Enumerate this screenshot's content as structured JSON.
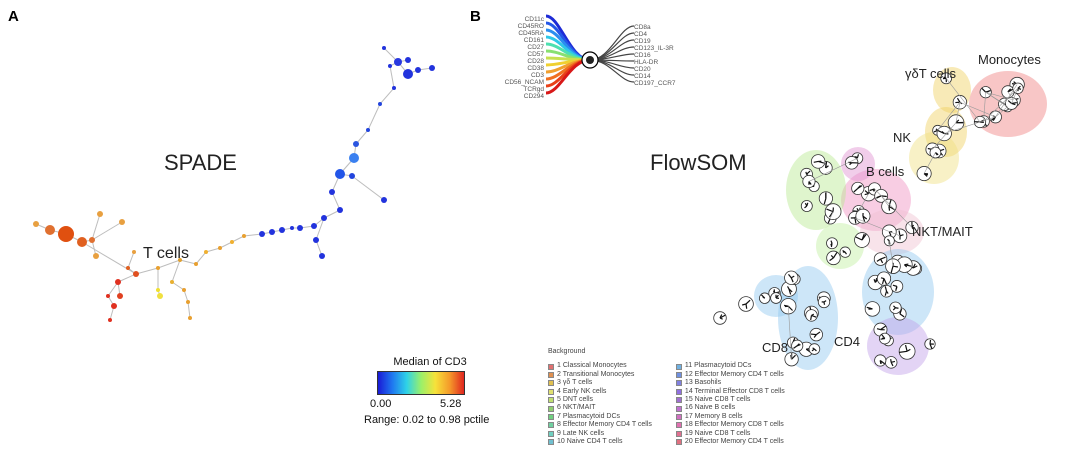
{
  "panels": {
    "a": "A",
    "b": "B"
  },
  "spade": {
    "title": "SPADE",
    "cluster_label": "T cells",
    "colorbar": {
      "title": "Median of CD3",
      "min_label": "0.00",
      "max_label": "5.28",
      "range_text": "Range: 0.02 to 0.98 pctile",
      "colors": [
        "#1a1ad6",
        "#1f78f0",
        "#2ed2e8",
        "#9af06a",
        "#f6e23a",
        "#f59a2a",
        "#e0261f"
      ]
    }
  },
  "flowsom": {
    "title": "FlowSOM",
    "star_markers_left": [
      "CD11c",
      "CD45RO",
      "CD45RA",
      "CD161",
      "CD27",
      "CD57",
      "CD28",
      "CD38",
      "CD3",
      "CD56_NCAM",
      "TCRgd",
      "CD294"
    ],
    "star_markers_right": [
      "CD8a",
      "CD4",
      "CD19",
      "CD123_IL-3R",
      "CD16",
      "HLA-DR",
      "CD20",
      "CD14",
      "CD197_CCR7"
    ],
    "cluster_labels": {
      "monocytes": "Monocytes",
      "gdt": "γδT cells",
      "nk": "NK",
      "bcells": "B cells",
      "nkt": "NKT/MAIT",
      "cd8": "CD8",
      "cd4": "CD4"
    },
    "legend": {
      "title": "Background",
      "col1": [
        {
          "label": "1 Classical Monocytes",
          "color": "#e07070"
        },
        {
          "label": "2 Transitional Monocytes",
          "color": "#e09050"
        },
        {
          "label": "3 γδ T cells",
          "color": "#e0c050"
        },
        {
          "label": "4  Early NK cells",
          "color": "#e0e070"
        },
        {
          "label": "5 DNT cells",
          "color": "#c0e070"
        },
        {
          "label": "6  NKT/MAIT",
          "color": "#90d070"
        },
        {
          "label": "7 Plasmacytoid DCs",
          "color": "#70d080"
        },
        {
          "label": "8 Effector Memory CD4 T cells",
          "color": "#70d0a0"
        },
        {
          "label": "9 Late NK cells",
          "color": "#70d0c0"
        },
        {
          "label": "10 Naive CD4 T cells",
          "color": "#70c0d0"
        }
      ],
      "col2": [
        {
          "label": "11 Plasmacytoid DCs",
          "color": "#70b0e0"
        },
        {
          "label": "12 Effector Memory CD4 T cells",
          "color": "#7090e0"
        },
        {
          "label": "13 Basohils",
          "color": "#8080e0"
        },
        {
          "label": "14 Terminal Effector CD8 T cells",
          "color": "#9070e0"
        },
        {
          "label": "15 Naive CD8 T cells",
          "color": "#a070d0"
        },
        {
          "label": "16 Naive B cells",
          "color": "#c070d0"
        },
        {
          "label": "17 Memory B cells",
          "color": "#d070c0"
        },
        {
          "label": "18 Effector Memory CD8 T cells",
          "color": "#e070b0"
        },
        {
          "label": "19 Naive CD8 T cells",
          "color": "#e07090"
        },
        {
          "label": "20 Effector Memory CD4 T cells",
          "color": "#e07080"
        }
      ]
    }
  }
}
